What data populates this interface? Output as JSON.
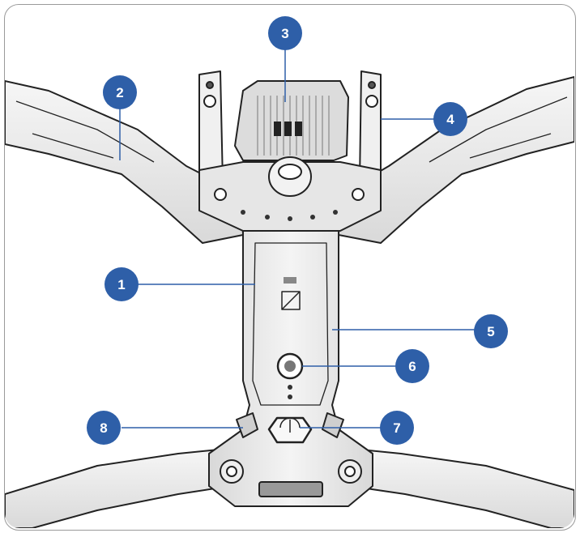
{
  "figure": {
    "kind": "drone bottom-view parts diagram",
    "callouts": [
      {
        "number": "1"
      },
      {
        "number": "2"
      },
      {
        "number": "3"
      },
      {
        "number": "4"
      },
      {
        "number": "5"
      },
      {
        "number": "6"
      },
      {
        "number": "7"
      },
      {
        "number": "8"
      }
    ],
    "colors": {
      "callout_fill": "#2e5fa8",
      "leader_line": "#2e5fa8",
      "outline": "#222222",
      "body_fill": "#eeeeee",
      "frame_border": "#9a9a9a"
    }
  }
}
